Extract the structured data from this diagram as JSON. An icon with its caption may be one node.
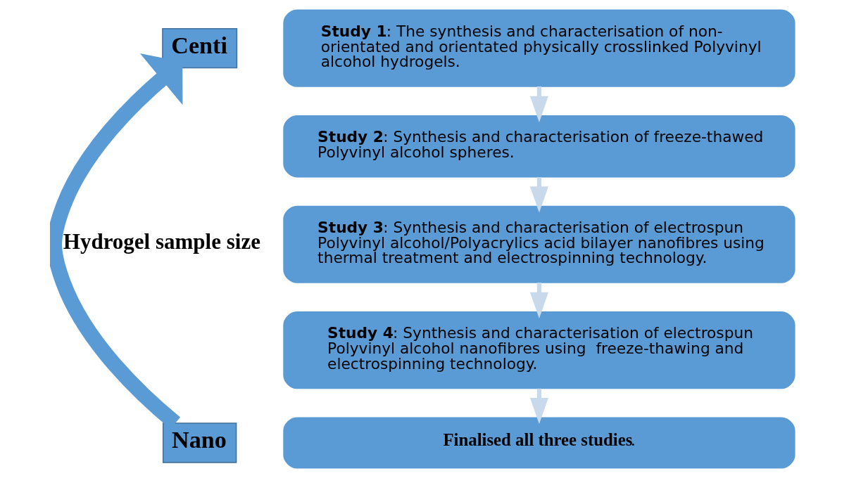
{
  "diagram": {
    "nodes": [
      {
        "text": [
          "Centi"
        ]
      },
      {
        "text": [
          "Nano"
        ]
      },
      {
        "text": [
          "**Study 1**: The synthesis and characterisation of non-orientated and orientated physically crosslinked Polyvinyl alcohol hydrogels."
        ]
      },
      {
        "text": [
          "**Study 2**: Synthesis and characterisation of freeze-thawed Polyvinyl alcohol spheres."
        ]
      },
      {
        "text": [
          "**Study 3**: Synthesis and characterisation of electrospun Polyvinyl alcohol/Polyacrylics acid bilayer nanofibres using thermal treatment and electrospinning technology."
        ]
      },
      {
        "text": [
          "**Study 4**: Synthesis and characterisation of electrospun Polyvinyl alcohol nanofibres using  freeze-thawing and electrospinning technology."
        ]
      },
      {
        "text": [
          "**Finalised all three studies**."
        ]
      }
    ],
    "edges": [
      {
        "from": 1,
        "to": 0,
        "arrow": "to",
        "label": "Hydrogel sample size",
        "style": "thick",
        "color": "#5b9bd5"
      },
      {
        "from": 2,
        "to": 3,
        "arrow": "to"
      },
      {
        "from": 3,
        "to": 4,
        "arrow": "to"
      },
      {
        "from": 4,
        "to": 5,
        "arrow": "to"
      },
      {
        "from": 5,
        "to": 6,
        "arrow": "to"
      }
    ]
  }
}
